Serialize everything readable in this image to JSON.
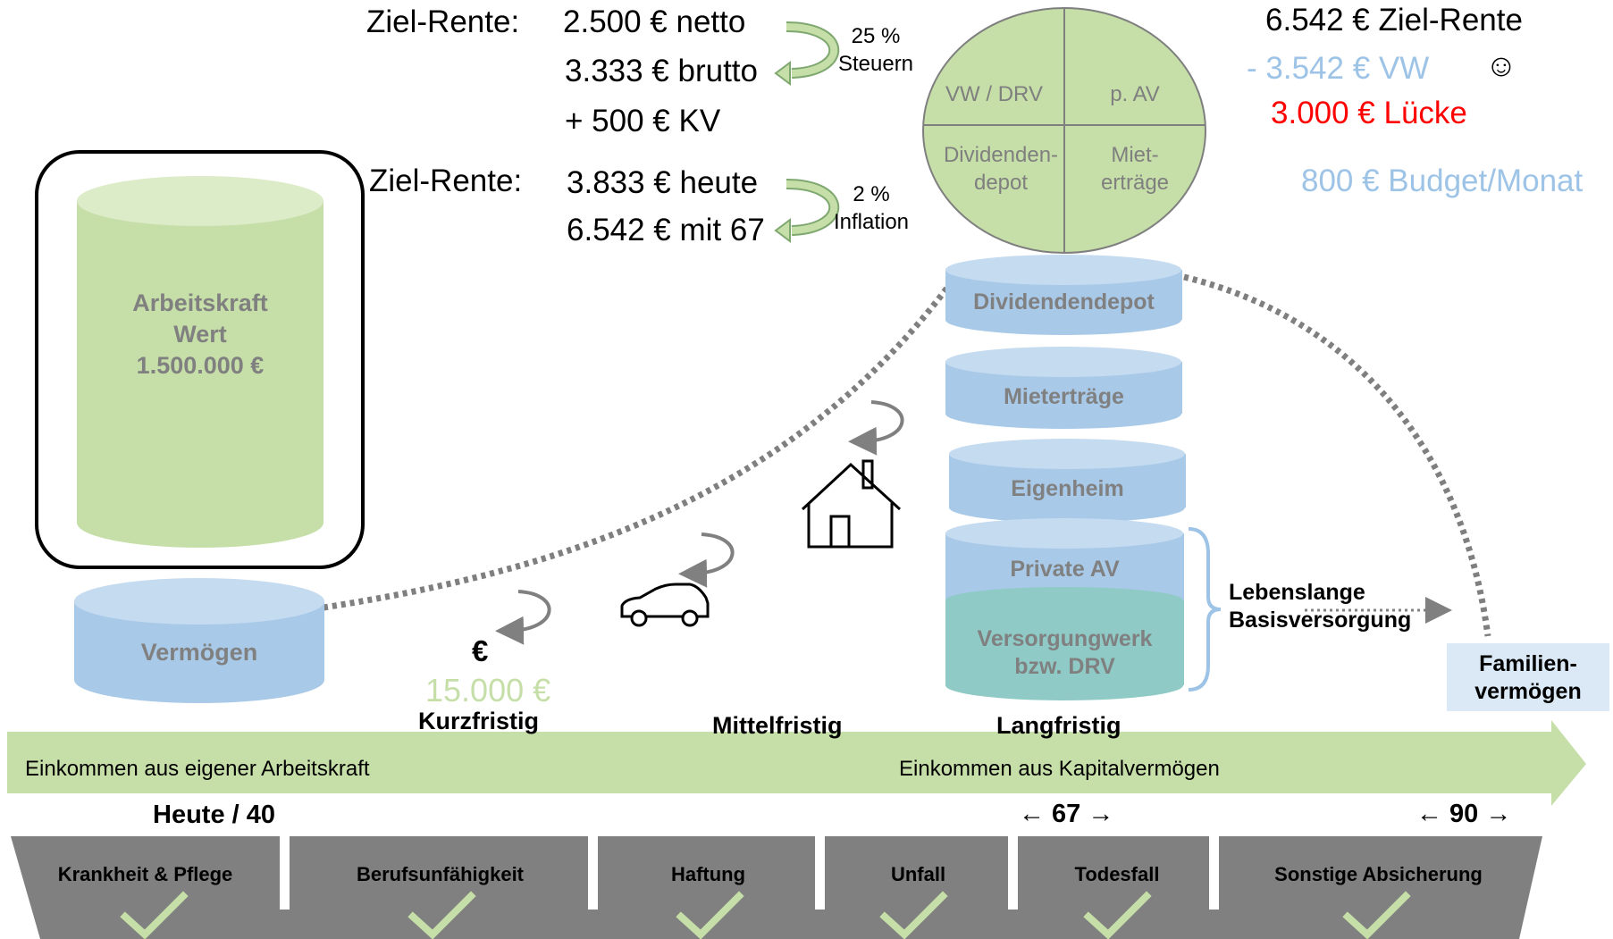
{
  "target": {
    "label_1": "Ziel-Rente:",
    "netto": "2.500 € netto",
    "brutto": "3.333 € brutto",
    "kv": "+ 500 € KV",
    "tax_pct": "25 %",
    "tax_word": "Steuern",
    "label_2": "Ziel-Rente:",
    "today": "3.833 € heute",
    "at67": "6.542 € mit 67",
    "infl_pct": "2 %",
    "infl_word": "Inflation"
  },
  "pie": {
    "q1": "VW / DRV",
    "q2": "p. AV",
    "q3_a": "Dividenden-",
    "q3_b": "depot",
    "q4_a": "Miet-",
    "q4_b": "erträge",
    "color": "#c6dfa8"
  },
  "gap": {
    "ziel": "6.542 € Ziel-Rente",
    "vw": "- 3.542 € VW",
    "smiley": "☺",
    "luecke": "3.000 € Lücke",
    "budget": "800 € Budget/Monat",
    "vw_color": "#9dc3e6",
    "luecke_color": "#ff0000"
  },
  "arbeitskraft": {
    "l1": "Arbeitskraft",
    "l2": "Wert",
    "l3": "1.500.000 €"
  },
  "vermoegen": "Vermögen",
  "euro_sign": "€",
  "reserve": "15.000 €",
  "horizons": {
    "short": "Kurzfristig",
    "mid": "Mittelfristig",
    "long": "Langfristig"
  },
  "stack": {
    "dividend": "Dividendendepot",
    "miet": "Mieterträge",
    "eigenheim": "Eigenheim",
    "private_av": "Private AV",
    "versorgung_1": "Versorgungwerk",
    "versorgung_2": "bzw. DRV"
  },
  "basis_1": "Lebenslange",
  "basis_2": "Basisversorgung",
  "family_1": "Familien-",
  "family_2": "vermögen",
  "arrow_bar": {
    "left": "Einkommen aus eigener Arbeitskraft",
    "right": "Einkommen aus Kapitalvermögen"
  },
  "ages": {
    "today": "Heute / 40",
    "a67": "← 67 →",
    "a90": "← 90 →"
  },
  "risks": [
    {
      "label": "Krankheit & Pflege"
    },
    {
      "label": "Berufsunfähigkeit"
    },
    {
      "label": "Haftung"
    },
    {
      "label": "Unfall"
    },
    {
      "label": "Todesfall"
    },
    {
      "label": "Sonstige Absicherung"
    }
  ],
  "colors": {
    "green": "#c6dfa8",
    "blue": "#a8c9e8",
    "teal": "#8fcac6",
    "grey": "#808080",
    "check": "#c6dfa8"
  }
}
